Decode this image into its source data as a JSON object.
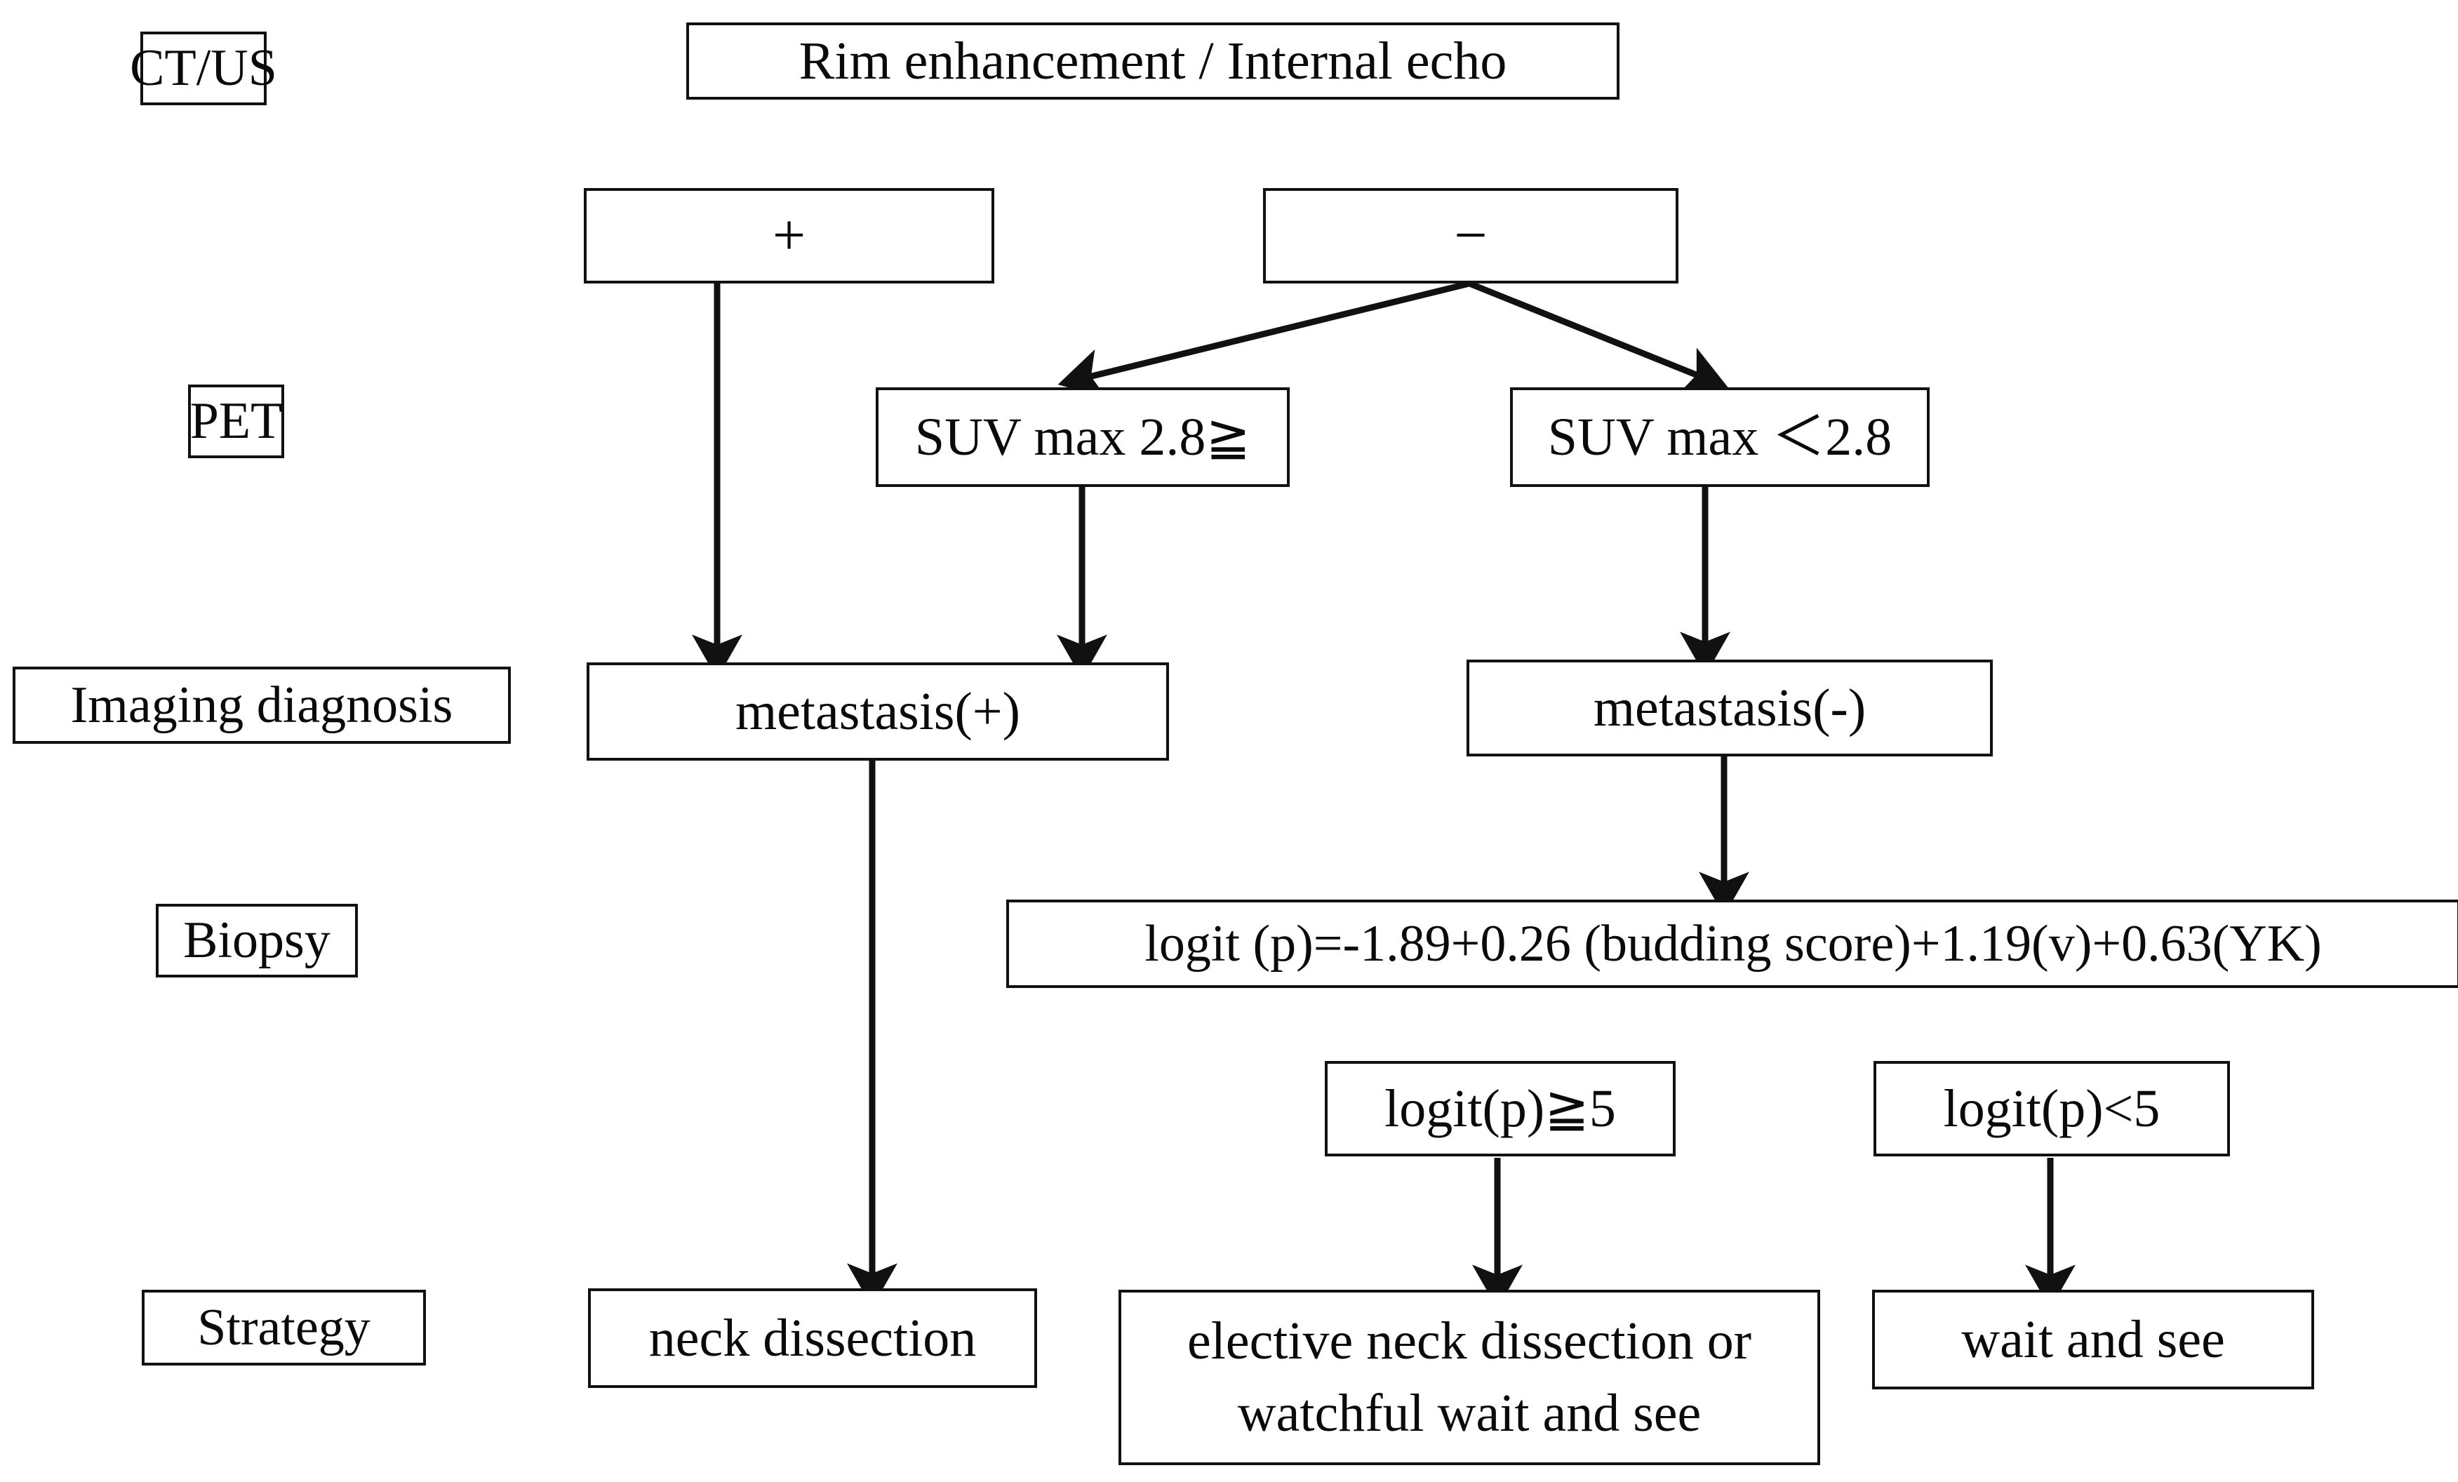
{
  "diagram": {
    "title": "Diagnostic and treatment strategy flowchart for cervical lymph node metastasis",
    "stage_labels": [
      {
        "id": "ct-us",
        "text": "CT/US"
      },
      {
        "id": "pet",
        "text": "PET"
      },
      {
        "id": "imaging-diagnosis",
        "text": "Imaging diagnosis"
      },
      {
        "id": "biopsy",
        "text": "Biopsy"
      },
      {
        "id": "strategy",
        "text": "Strategy"
      }
    ],
    "nodes": [
      {
        "id": "rim-echo",
        "text": "Rim enhancement / Internal echo"
      },
      {
        "id": "sign-positive",
        "text": "+"
      },
      {
        "id": "sign-negative",
        "text": "−"
      },
      {
        "id": "suv-high",
        "text": "SUV max 2.8≧"
      },
      {
        "id": "suv-low",
        "text": "SUV max ＜2.8"
      },
      {
        "id": "metastasis-positive",
        "text": "metastasis(+)"
      },
      {
        "id": "metastasis-negative",
        "text": "metastasis(-)"
      },
      {
        "id": "logit-formula",
        "text": "logit (p)=-1.89+0.26 (budding score)+1.19(v)+0.63(YK)"
      },
      {
        "id": "logit-high",
        "text": "logit(p)≧5"
      },
      {
        "id": "logit-low",
        "text": "logit(p)<5"
      },
      {
        "id": "neck-dissection",
        "text": "neck dissection"
      },
      {
        "id": "elective-neck-dissection",
        "text": "elective neck dissection or\nwatchful wait and see"
      },
      {
        "id": "wait-and-see",
        "text": "wait and see"
      }
    ],
    "colors": {
      "stroke": "#111111",
      "background": "#ffffff",
      "text": "#0a0a0a"
    }
  }
}
